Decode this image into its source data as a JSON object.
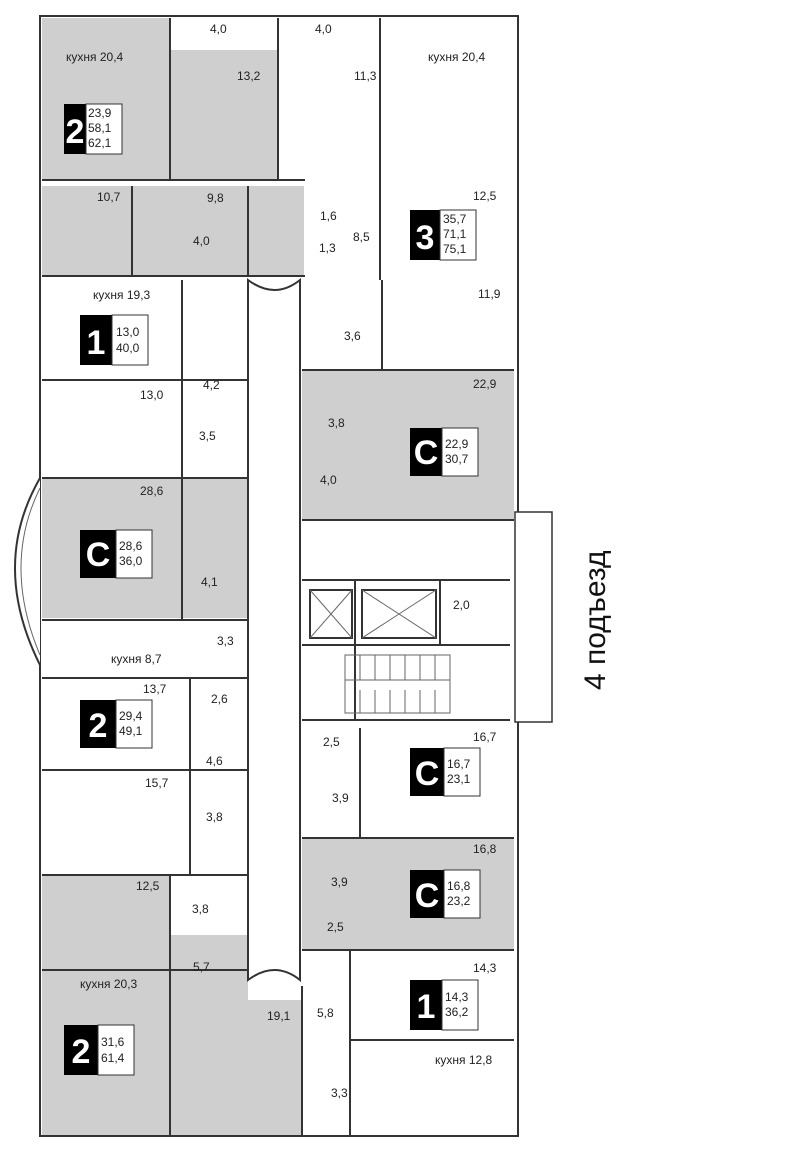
{
  "entrance_label": "4 подъезд",
  "apartments": [
    {
      "id": "a1",
      "type": "2",
      "living": "23,9",
      "area": "58,1",
      "total": "62,1"
    },
    {
      "id": "a2",
      "type": "3",
      "living": "35,7",
      "area": "71,1",
      "total": "75,1"
    },
    {
      "id": "a3",
      "type": "1",
      "living": "13,0",
      "area": "40,0",
      "total": ""
    },
    {
      "id": "a4",
      "type": "С",
      "living": "22,9",
      "area": "30,7",
      "total": ""
    },
    {
      "id": "a5",
      "type": "С",
      "living": "28,6",
      "area": "36,0",
      "total": ""
    },
    {
      "id": "a6",
      "type": "2",
      "living": "29,4",
      "area": "49,1",
      "total": ""
    },
    {
      "id": "a7",
      "type": "С",
      "living": "16,7",
      "area": "23,1",
      "total": ""
    },
    {
      "id": "a8",
      "type": "С",
      "living": "16,8",
      "area": "23,2",
      "total": ""
    },
    {
      "id": "a9",
      "type": "2",
      "living": "31,6",
      "area": "61,4",
      "total": ""
    },
    {
      "id": "a10",
      "type": "1",
      "living": "14,3",
      "area": "36,2",
      "total": ""
    }
  ],
  "rooms": {
    "r1": "кухня 20,4",
    "r2": "4,0",
    "r3": "4,0",
    "r4": "кухня 20,4",
    "r5": "13,2",
    "r6": "11,3",
    "r7": "12,5",
    "r8": "10,7",
    "r9": "9,8",
    "r10": "1,6",
    "r11": "8,5",
    "r12": "4,0",
    "r13": "1,3",
    "r14": "кухня 19,3",
    "r15": "11,9",
    "r16": "3,6",
    "r17": "4,2",
    "r18": "13,0",
    "r19": "22,9",
    "r20": "3,8",
    "r21": "3,5",
    "r22": "4,0",
    "r23": "28,6",
    "r24": "4,1",
    "r25": "2,0",
    "r26": "3,3",
    "r27": "кухня 8,7",
    "r28": "13,7",
    "r29": "2,6",
    "r30": "2,5",
    "r31": "16,7",
    "r32": "4,6",
    "r33": "15,7",
    "r34": "3,9",
    "r35": "3,8",
    "r36": "16,8",
    "r37": "12,5",
    "r38": "3,8",
    "r39": "3,9",
    "r40": "2,5",
    "r41": "5,7",
    "r42": "14,3",
    "r43": "кухня 20,3",
    "r44": "19,1",
    "r45": "5,8",
    "r46": "кухня 12,8",
    "r47": "3,3"
  }
}
